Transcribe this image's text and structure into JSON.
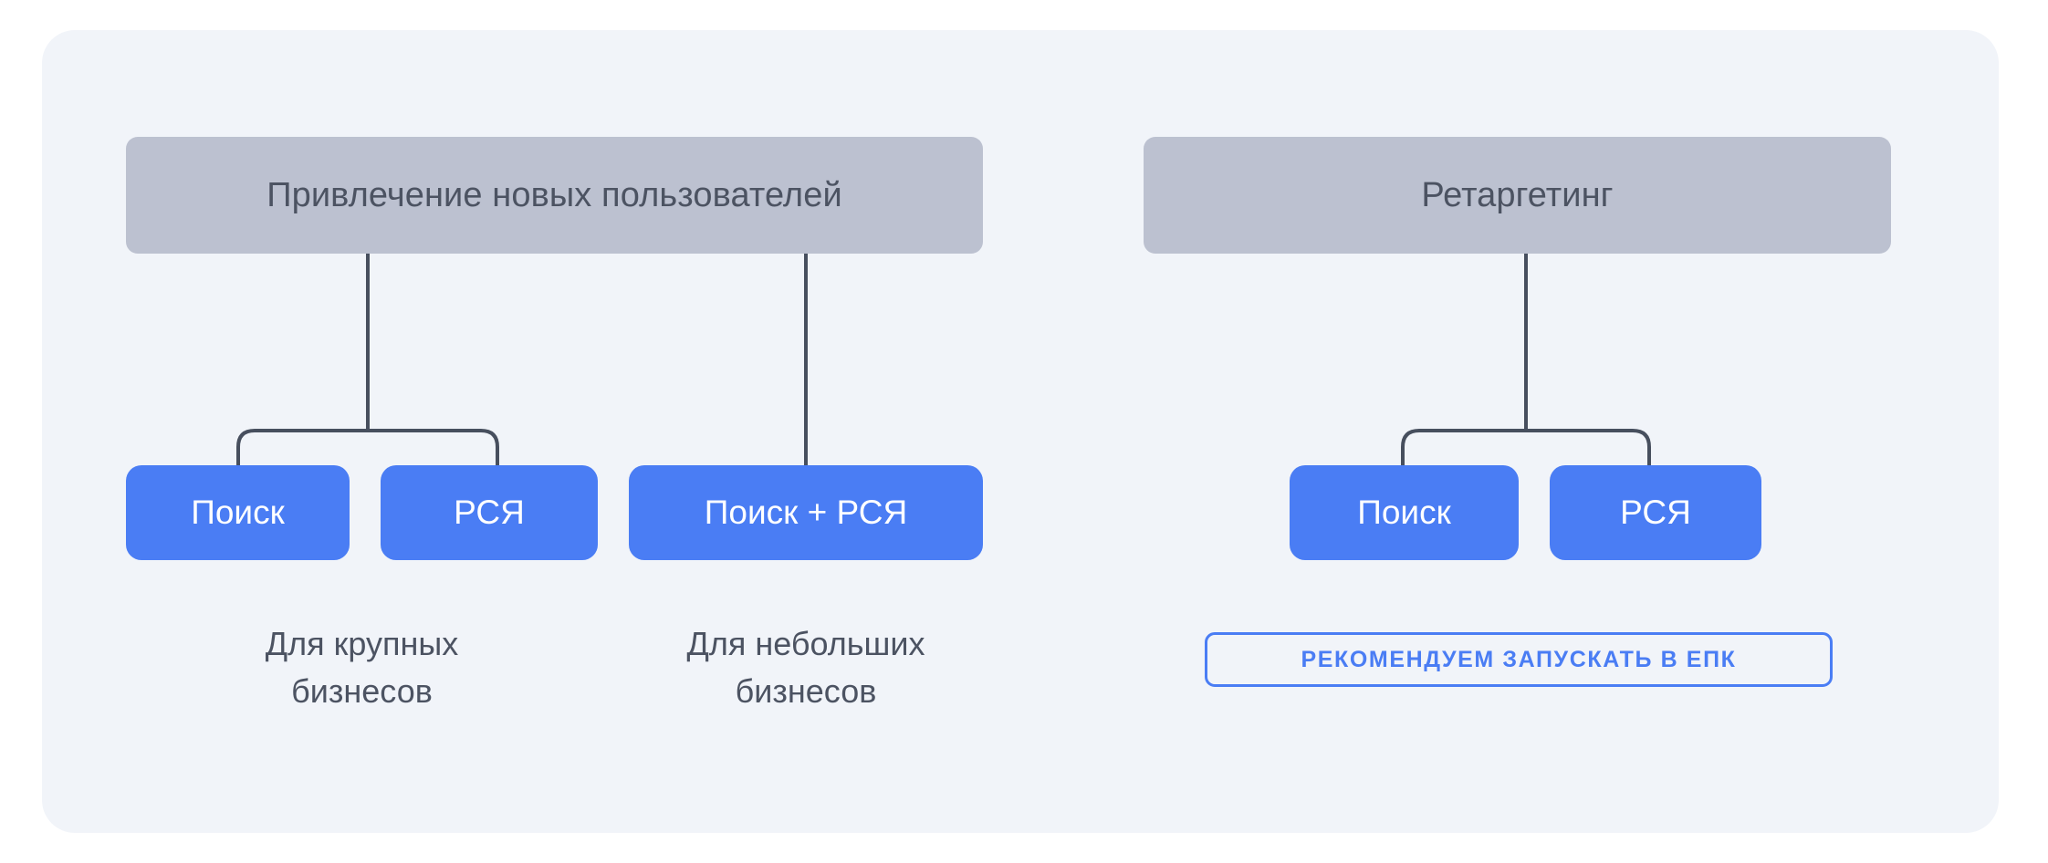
{
  "diagram": {
    "title_groups": [
      {
        "id": "acquisition",
        "label": "Привлечение новых пользователей"
      },
      {
        "id": "retargeting",
        "label": "Ретаргетинг"
      }
    ],
    "nodes": {
      "search_left": "Поиск",
      "rsya_left": "РСЯ",
      "search_plus_rsya": "Поиск + РСЯ",
      "search_right": "Поиск",
      "rsya_right": "РСЯ"
    },
    "captions": {
      "large_business": {
        "line1": "Для крупных",
        "line2": "бизнесов"
      },
      "small_business": {
        "line1": "Для небольших",
        "line2": "бизнесов"
      }
    },
    "badge": {
      "label": "РЕКОМЕНДУЕМ ЗАПУСКАТЬ В ЕПК"
    },
    "colors": {
      "page_background": "#ffffff",
      "card_background": "#f1f4f9",
      "header_box": "#bcc1d0",
      "header_text": "#4c5362",
      "pill_blue": "#4a7df4",
      "pill_text": "#ffffff",
      "caption_text": "#4c5362",
      "connector_line": "#474f5e",
      "badge_border": "#4a7df4",
      "badge_text": "#4a7df4"
    }
  }
}
